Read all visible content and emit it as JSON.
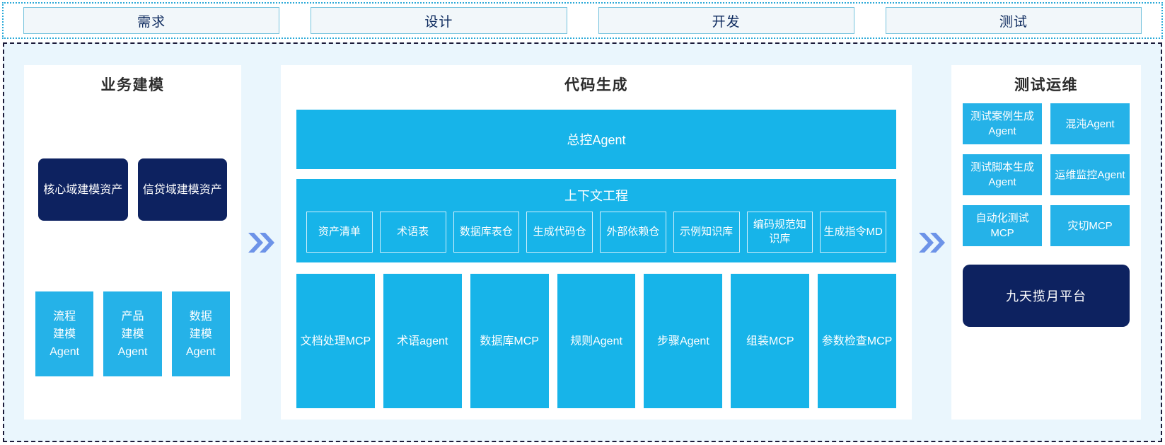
{
  "phases": {
    "items": [
      {
        "label": "需求"
      },
      {
        "label": "设计"
      },
      {
        "label": "开发"
      },
      {
        "label": "测试"
      }
    ]
  },
  "business_modeling": {
    "title": "业务建模",
    "assets": [
      {
        "label": "核心域建模资产"
      },
      {
        "label": "信贷域建模资产"
      }
    ],
    "agents": [
      {
        "label": "流程\n建模\nAgent"
      },
      {
        "label": "产品\n建模\nAgent"
      },
      {
        "label": "数据\n建模\nAgent"
      }
    ]
  },
  "arrow_1": {
    "icon": "double-chevron-right-icon"
  },
  "code_generation": {
    "title": "代码生成",
    "master_agent": {
      "label": "总控Agent"
    },
    "context_engineering": {
      "title": "上下文工程",
      "chips": [
        {
          "label": "资产清单"
        },
        {
          "label": "术语表"
        },
        {
          "label": "数据库表仓"
        },
        {
          "label": "生成代码仓"
        },
        {
          "label": "外部依赖仓"
        },
        {
          "label": "示例知识库"
        },
        {
          "label": "编码规范知识库"
        },
        {
          "label": "生成指令MD"
        }
      ]
    },
    "tools": [
      {
        "label": "文档处理MCP"
      },
      {
        "label": "术语agent"
      },
      {
        "label": "数据库MCP"
      },
      {
        "label": "规则Agent"
      },
      {
        "label": "步骤Agent"
      },
      {
        "label": "组装MCP"
      },
      {
        "label": "参数检查MCP"
      }
    ]
  },
  "arrow_2": {
    "icon": "double-chevron-right-icon"
  },
  "test_ops": {
    "title": "测试运维",
    "cards": [
      {
        "label": "测试案例生成Agent"
      },
      {
        "label": "混沌Agent"
      },
      {
        "label": "测试脚本生成Agent"
      },
      {
        "label": "运维监控Agent"
      },
      {
        "label": "自动化测试MCP"
      },
      {
        "label": "灾切MCP"
      }
    ],
    "platform": {
      "label": "九天揽月平台"
    }
  },
  "colors": {
    "background": "#eaf6fd",
    "panel": "#ffffff",
    "accent_cyan": "#17b4e9",
    "accent_cyan_light": "#25b2e8",
    "navy": "#0d2260",
    "arrow": "#6d93e8",
    "phase_border": "#74c2dd",
    "phase_fill": "#f2f7fa",
    "outer_border": "#2aa9d8"
  }
}
